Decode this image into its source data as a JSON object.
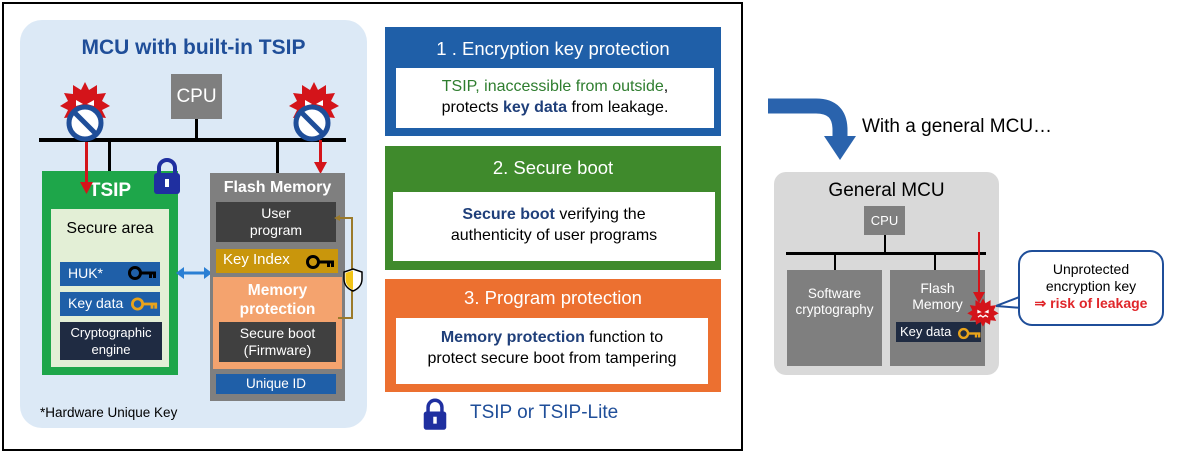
{
  "left_panel": {
    "title": "MCU with built-in TSIP",
    "cpu": "CPU",
    "tsip": {
      "title": "TSIP",
      "secure_area": "Secure area",
      "huk": "HUK*",
      "key_data": "Key data",
      "crypto_line1": "Cryptographic",
      "crypto_line2": "engine"
    },
    "flash": {
      "title": "Flash Memory",
      "user_program_line1": "User",
      "user_program_line2": "program",
      "key_index": "Key Index",
      "memory_protection_line1": "Memory",
      "memory_protection_line2": "protection",
      "secure_boot_line1": "Secure boot",
      "secure_boot_line2": "(Firmware)",
      "unique_id": "Unique ID"
    },
    "footnote": "*Hardware Unique Key"
  },
  "sections": [
    {
      "title": "1 . Encryption key protection",
      "color": "#1f5fa8",
      "line1_green": "TSIP, inaccessible from outside",
      "line1_tail": ",",
      "line2_pre": "protects ",
      "line2_bold": "key data",
      "line2_post": " from leakage."
    },
    {
      "title": "2. Secure boot",
      "color": "#3f8a2c",
      "line1_bold": "Secure boot",
      "line1_post": " verifying the",
      "line2": "authenticity  of user programs"
    },
    {
      "title": "3. Program protection",
      "color": "#ec7030",
      "line1_bold": "Memory protection",
      "line1_post": " function to",
      "line2": "protect secure boot from tampering"
    }
  ],
  "legend": "TSIP or TSIP-Lite",
  "right_panel": {
    "heading": "With a general MCU…",
    "title": "General MCU",
    "cpu": "CPU",
    "software_line1": "Software",
    "software_line2": "cryptography",
    "flash_line1": "Flash",
    "flash_line2": "Memory",
    "key_data": "Key data",
    "callout_line1": "Unprotected",
    "callout_line2": "encryption key",
    "callout_line3": "⇒ risk of leakage"
  },
  "colors": {
    "tsip_green": "#1ea64a",
    "lock_blue": "#1f2fa0",
    "key_gold": "#e8a31b",
    "attack_red": "#d4141a",
    "arrow_blue": "#2a63ad"
  },
  "icons": [
    "malware-icon",
    "prohibit-icon",
    "lock-icon",
    "key-icon",
    "shield-icon",
    "curved-arrow-icon"
  ]
}
